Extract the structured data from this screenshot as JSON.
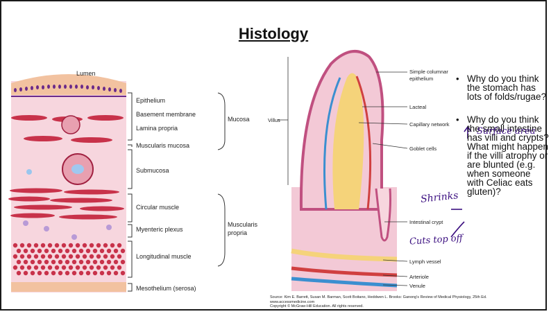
{
  "slide": {
    "title": "Histology",
    "bullets": [
      "Why do you think the stomach has lots of folds/rugae?",
      "Why do you think the small intestine has villi and crypts? What might happen if the villi atrophy or are blunted (e.g. when someone with Celiac eats gluten)?"
    ],
    "source_lines": [
      "Source: Kim E. Barrett, Susan M. Barman, Scott Boitano, Heddwen L. Brooks: Ganong's Review of Medical Physiology, 25th Ed.",
      "www.accessmedicine.com",
      "Copyright © McGraw-Hill Education. All rights reserved."
    ]
  },
  "left_figure": {
    "lumen": "Lumen",
    "layers": [
      "Epithelium",
      "Basement membrane",
      "Lamina propria",
      "Muscularis mucosa",
      "Submucosa",
      "Circular muscle",
      "Myenteric plexus",
      "Longitudinal muscle",
      "Mesothelium (serosa)"
    ],
    "mucosa": "Mucosa",
    "muscularis_1": "Muscularis",
    "muscularis_2": "propria"
  },
  "right_figure": {
    "villus": "Villus",
    "labels": [
      "Simple columnar",
      "epithelium",
      "Lacteal",
      "Capillary network",
      "Goblet cells",
      "Intestinal crypt",
      "Lymph vessel",
      "Arteriole",
      "Venule"
    ]
  },
  "annotations": {
    "surface_area": "Surface area",
    "shrinks": "Shrinks",
    "cuts_top_off": "Cuts top off"
  },
  "colors": {
    "ink": "#3b0f80",
    "tissue_pink": "#f3c9d6",
    "muscle_red": "#c8324a",
    "lacteal_yellow": "#f5d37a",
    "vessel_blue": "#3b8fd0"
  }
}
